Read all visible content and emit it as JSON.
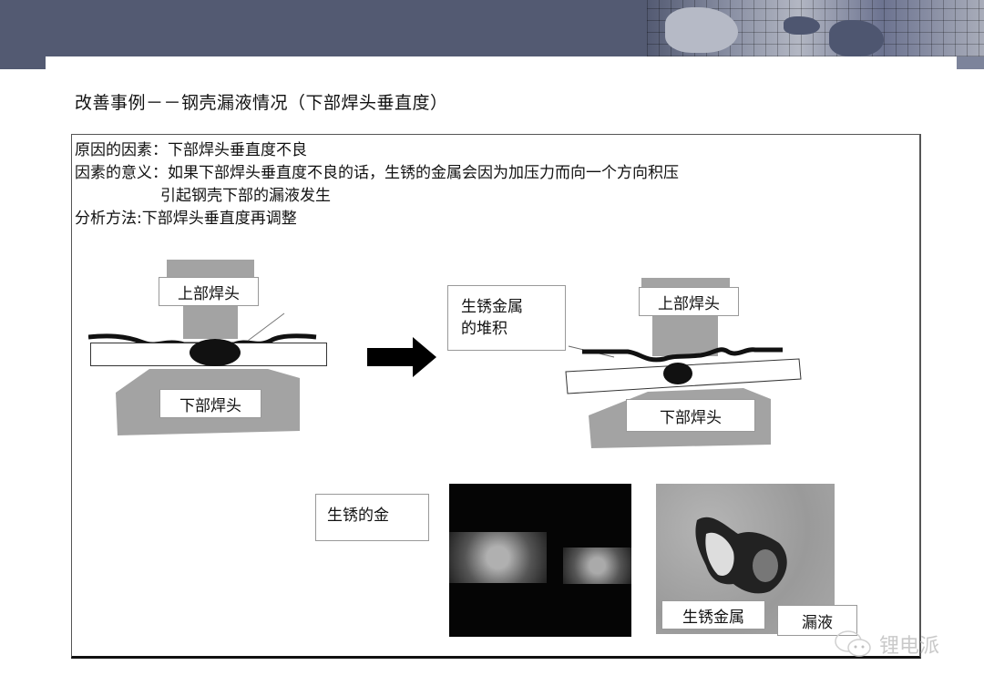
{
  "slide": {
    "title": "改善事例－－钢壳漏液情况（下部焊头垂直度）"
  },
  "content": {
    "lines": [
      "原因的因素：下部焊头垂直度不良",
      "因素的意义：如果下部焊头垂直度不良的话，生锈的金属会因为加压力而向一个方向积压",
      "引起钢壳下部的漏液发生",
      "分析方法:下部焊头垂直度再调整"
    ]
  },
  "diagram_before": {
    "upper_label": "上部焊头",
    "lower_label": "下部焊头"
  },
  "diagram_after": {
    "callout": "生锈金属\n的堆积",
    "callout_line1": "生锈金属",
    "callout_line2": "的堆积",
    "upper_label": "上部焊头",
    "lower_label": "下部焊头"
  },
  "photos": {
    "left_callout": "生锈的金",
    "right_label_rust": "生锈金属",
    "right_label_leak": "漏液"
  },
  "watermark": {
    "text": "锂电派",
    "icon": "wechat-icon"
  },
  "colors": {
    "header": "#535a72",
    "box_border": "#555555",
    "weld_gray": "#a3a3a3"
  }
}
